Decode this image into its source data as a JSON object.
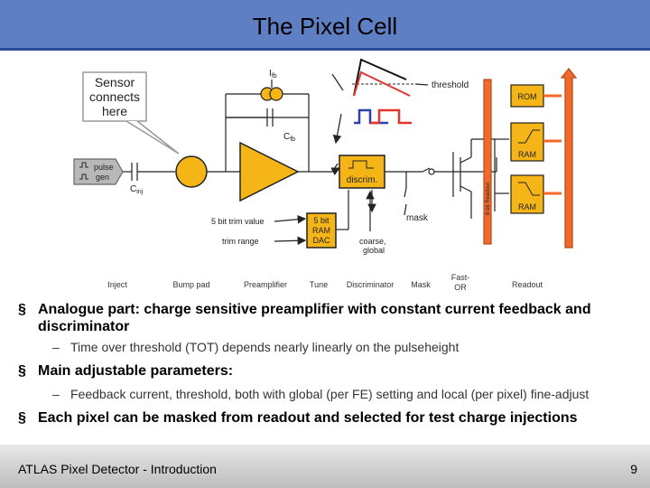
{
  "slide": {
    "title": "The Pixel Cell",
    "footer": "ATLAS Pixel Detector - Introduction",
    "page_number": "9"
  },
  "diagram": {
    "callout_lines": [
      "Sensor",
      "connects",
      "here"
    ],
    "pulse_gen_lines": [
      "pulse",
      "gen"
    ],
    "c_inj": "C",
    "c_inj_sub": "inj",
    "i_fb": "I",
    "i_fb_sub": "fb",
    "c_fb": "C",
    "c_fb_sub": "fb",
    "threshold": "threshold",
    "discrim": "discrim.",
    "mask": "mask",
    "trim_value": "5 bit trim value",
    "trim_range": "trim range",
    "ram_dac_lines": [
      "5 bit",
      "RAM",
      "DAC"
    ],
    "coarse_global_lines": [
      "coarse,",
      "global"
    ],
    "rom": "ROM",
    "ram1": "RAM",
    "ram2": "RAM",
    "bus_label": "8-bit Readout",
    "stages": {
      "inject": "Inject",
      "bump_pad": "Bump pad",
      "preamplifier": "Preamplifier",
      "tune": "Tune",
      "discriminator": "Discriminator",
      "mask": "Mask",
      "fast_or_lines": [
        "Fast-",
        "OR"
      ],
      "readout": "Readout"
    },
    "colors": {
      "amplifier": "#f5b516",
      "gray_block": "#b8b8b8",
      "bus": "#f26a2a",
      "pulse_black": "#111111",
      "pulse_red": "#e3342f",
      "pulse_blue": "#2a3fb0",
      "pulse_red_square": "#e3342f"
    }
  },
  "bullets": [
    {
      "text": "Analogue part: charge sensitive preamplifier with constant current feedback and discriminator",
      "marker": "§"
    },
    {
      "text": "Time over threshold (TOT) depends nearly linearly on the pulseheight",
      "marker": "–"
    },
    {
      "text": "Main adjustable parameters:",
      "marker": "§"
    },
    {
      "text": "Feedback current, threshold, both with global (per FE) setting and local (per pixel) fine-adjust",
      "marker": "–"
    },
    {
      "text": "Each pixel can be masked from readout and selected for test charge injections",
      "marker": "§"
    }
  ]
}
